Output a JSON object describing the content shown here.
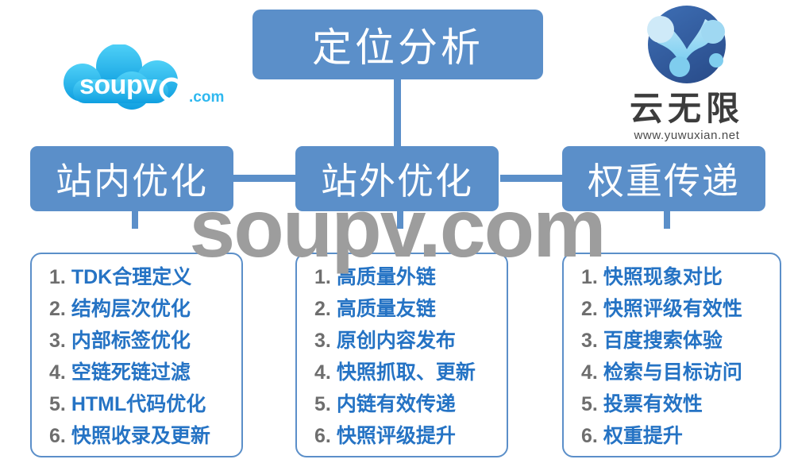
{
  "title_box": {
    "label": "定位分析"
  },
  "headers": [
    {
      "label": "站内优化"
    },
    {
      "label": "站外优化"
    },
    {
      "label": "权重传递"
    }
  ],
  "columns": [
    {
      "name": "on-site-optimization",
      "items": [
        {
          "num": "1.",
          "text": "TDK合理定义"
        },
        {
          "num": "2.",
          "text": "结构层次优化"
        },
        {
          "num": "3.",
          "text": "内部标签优化"
        },
        {
          "num": "4.",
          "text": "空链死链过滤"
        },
        {
          "num": "5.",
          "text": "HTML代码优化"
        },
        {
          "num": "6.",
          "text": "快照收录及更新"
        }
      ]
    },
    {
      "name": "off-site-optimization",
      "items": [
        {
          "num": "1.",
          "text": "高质量外链"
        },
        {
          "num": "2.",
          "text": "高质量友链"
        },
        {
          "num": "3.",
          "text": "原创内容发布"
        },
        {
          "num": "4.",
          "text": "快照抓取、更新"
        },
        {
          "num": "5.",
          "text": "内链有效传递"
        },
        {
          "num": "6.",
          "text": "快照评级提升"
        }
      ]
    },
    {
      "name": "weight-transfer",
      "items": [
        {
          "num": "1.",
          "text": "快照现象对比"
        },
        {
          "num": "2.",
          "text": "快照评级有效性"
        },
        {
          "num": "3.",
          "text": "百度搜索体验"
        },
        {
          "num": "4.",
          "text": "检索与目标访问"
        },
        {
          "num": "5.",
          "text": "投票有效性"
        },
        {
          "num": "6.",
          "text": "权重提升"
        }
      ]
    }
  ],
  "watermark": {
    "text": "soupv.com"
  },
  "logo_left": {
    "wordmark": "soupv",
    "suffix": ".com"
  },
  "logo_right": {
    "name": "云无限",
    "url": "www.yuwuxian.net"
  },
  "colors": {
    "box_blue": "#5b8fc9",
    "text_blue": "#2573c4",
    "number_gray": "#6e6e6e",
    "watermark_gray": "#9d9d9d",
    "logo_cyan": "#2fb8ef",
    "logo_deep_blue": "#2b4f8e"
  }
}
